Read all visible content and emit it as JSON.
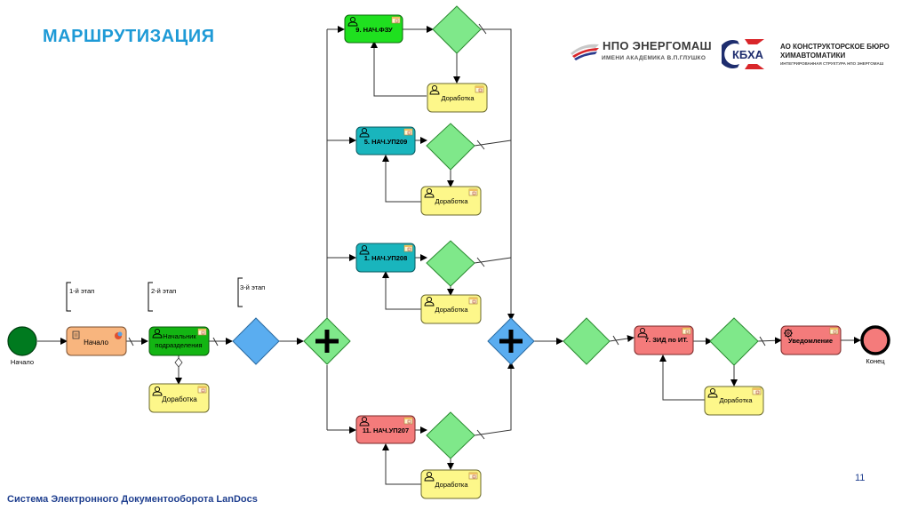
{
  "header": {
    "title": "МАРШРУТИЗАЦИЯ",
    "logo_energomash": {
      "name": "НПО ЭНЕРГОМАШ",
      "subtitle": "ИМЕНИ АКАДЕМИКА В.П.ГЛУШКО"
    },
    "logo_kbha": {
      "abbr": "КБХА",
      "line1": "АО КОНСТРУКТОРСКОЕ БЮРО",
      "line2": "ХИМАВТОМАТИКИ",
      "line3": "ИНТЕГРИРОВАННАЯ СТРУКТУРА НПО ЭНЕРГОМАШ"
    }
  },
  "footer": {
    "system_name": "Система Электронного Документооборота LanDocs",
    "page_number": "11"
  },
  "colors": {
    "title_blue": "#1e9ad6",
    "start_green": "#007a1f",
    "task_orange": "#f8b57e",
    "task_dark_green": "#13b513",
    "task_bright_green": "#1fe01f",
    "task_teal": "#19b5bd",
    "task_red": "#f47b7b",
    "task_yellow": "#fdf78a",
    "gateway_green": "#7fe88a",
    "gateway_blue": "#5aadf0",
    "end_red": "#f47b7b"
  },
  "diagram": {
    "stages": [
      {
        "label": "1-й этап"
      },
      {
        "label": "2-й этап"
      },
      {
        "label": "3-й этап"
      }
    ],
    "events": {
      "start": {
        "label": "Начало"
      },
      "end": {
        "label": "Конец"
      }
    },
    "tasks": {
      "start_task": {
        "label": "Начало",
        "icon": "script-icon"
      },
      "heads": {
        "label_line1": "Начальник",
        "label_line2": "подразделения",
        "icon": "user-icon"
      },
      "heads_rework": {
        "label": "Доработка",
        "icon": "user-icon"
      },
      "fzu": {
        "label": "9. НАЧ.ФЗУ",
        "icon": "user-icon"
      },
      "fzu_rework": {
        "label": "Доработка",
        "icon": "user-icon"
      },
      "up209": {
        "label": "5. НАЧ.УП209",
        "icon": "user-icon"
      },
      "up209_rework": {
        "label": "Доработка",
        "icon": "user-icon"
      },
      "up208": {
        "label": "1. НАЧ.УП208",
        "icon": "user-icon"
      },
      "up208_rework": {
        "label": "Доработка",
        "icon": "user-icon"
      },
      "up207": {
        "label": "11. НАЧ.УП207",
        "icon": "user-icon"
      },
      "up207_rework": {
        "label": "Доработка",
        "icon": "user-icon"
      },
      "zid": {
        "label": "7. ЗИД по ИТ.",
        "icon": "user-icon"
      },
      "zid_rework": {
        "label": "Доработка",
        "icon": "user-icon"
      },
      "notify": {
        "label": "Уведомление",
        "icon": "gear-icon"
      }
    }
  }
}
